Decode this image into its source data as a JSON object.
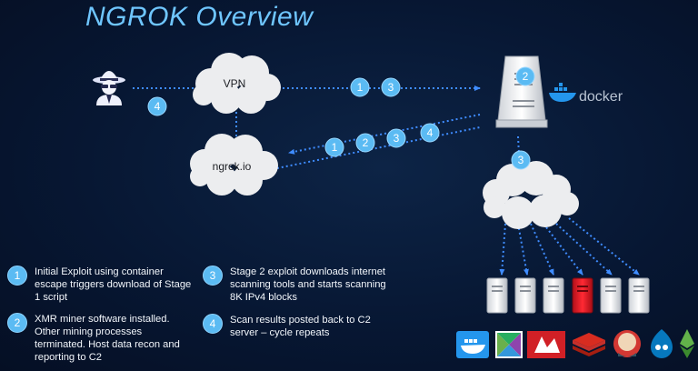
{
  "slide": {
    "title": "NGROK Overview",
    "colors": {
      "accent": "#5bbbf3",
      "background": "#071733",
      "title": "#6fc6ff",
      "cloud": "#ecedef",
      "arrow": "#3f8cff"
    },
    "nodes": {
      "attacker": {
        "icon": "spy-hacker-icon"
      },
      "vpn_cloud": {
        "label": "VPN"
      },
      "ngrok_cloud": {
        "label": "ngrok.io"
      },
      "server": {
        "icon": "server-tower-icon",
        "badge": "2"
      },
      "docker": {
        "label": "docker",
        "icon": "docker-whale-icon"
      },
      "internet_cloud": {
        "label": ""
      }
    },
    "step_badges": {
      "attacker_to_vpn": "4",
      "vpn_to_server": [
        "1",
        "3"
      ],
      "server_to_ngrok": [
        "1",
        "2",
        "3",
        "4"
      ],
      "server_to_cloud": "3"
    },
    "target_servers_count": 6,
    "app_logos": [
      "docker-logo-icon",
      "kubernetes-like-logo-icon",
      "jenkins-red-logo-icon",
      "redis-logo-icon",
      "jenkins-butler-logo-icon",
      "drupal-logo-icon",
      "ethereum-logo-icon"
    ],
    "legend": [
      {
        "num": "1",
        "text": "Initial Exploit using container escape triggers download of Stage 1 script"
      },
      {
        "num": "2",
        "text": "XMR miner software installed. Other mining processes terminated. Host data recon and reporting to C2"
      },
      {
        "num": "3",
        "text": "Stage 2 exploit downloads internet scanning tools and starts scanning 8K IPv4 blocks"
      },
      {
        "num": "4",
        "text": "Scan results posted back to C2 server – cycle repeats"
      }
    ]
  }
}
